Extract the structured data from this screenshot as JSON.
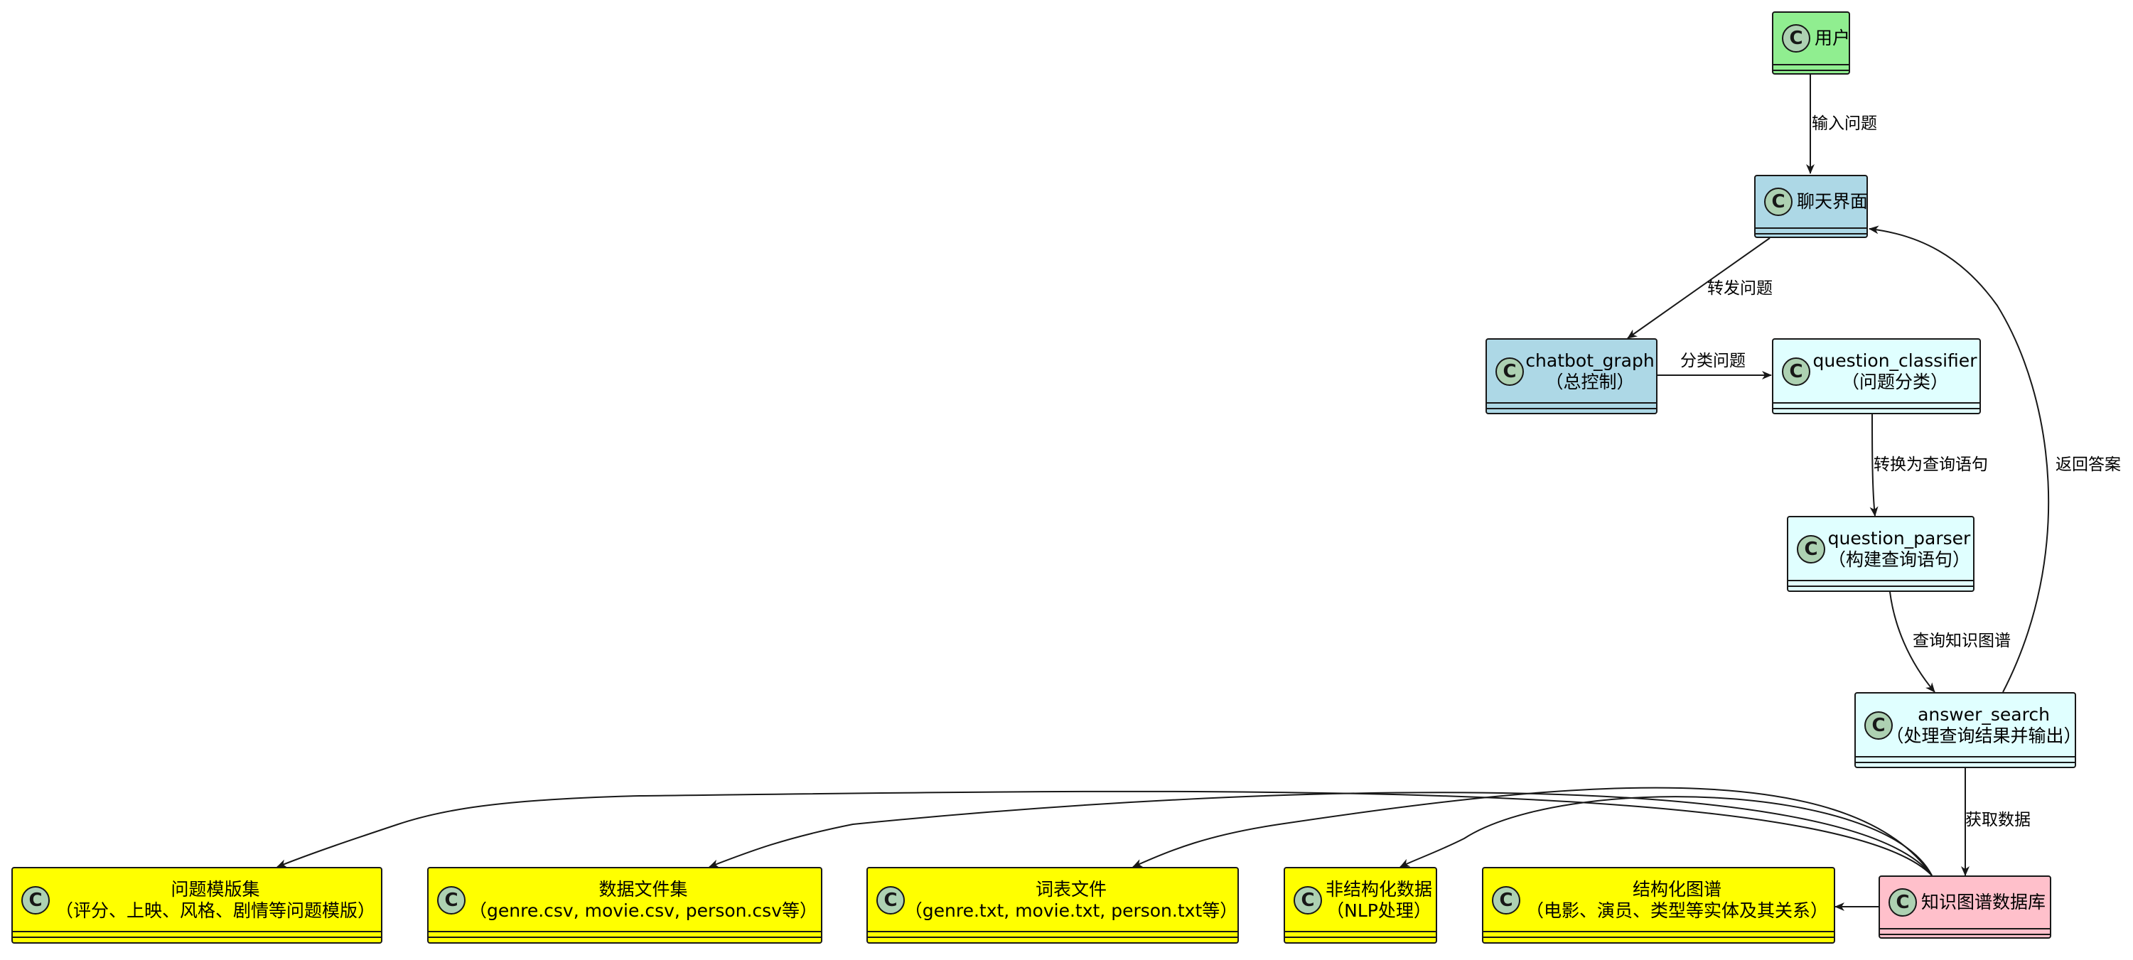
{
  "nodes": {
    "user": {
      "title": "用户"
    },
    "chat_ui": {
      "title": "聊天界面"
    },
    "chatbot_graph": {
      "title": "chatbot_graph",
      "subtitle": "（总控制）"
    },
    "question_classifier": {
      "title": "question_classifier",
      "subtitle": "（问题分类）"
    },
    "question_parser": {
      "title": "question_parser",
      "subtitle": "（构建查询语句）"
    },
    "answer_search": {
      "title": "answer_search",
      "subtitle": "（处理查询结果并输出）"
    },
    "kg_db": {
      "title": "知识图谱数据库"
    },
    "structured_graph": {
      "title": "结构化图谱",
      "subtitle": "（电影、演员、类型等实体及其关系）"
    },
    "unstructured_data": {
      "title": "非结构化数据",
      "subtitle": "（NLP处理）"
    },
    "vocab_files": {
      "title": "词表文件",
      "subtitle": "（genre.txt, movie.txt, person.txt等）"
    },
    "data_files": {
      "title": "数据文件集",
      "subtitle": "（genre.csv, movie.csv, person.csv等）"
    },
    "question_templates": {
      "title": "问题模版集",
      "subtitle": "（评分、上映、风格、剧情等问题模版）"
    }
  },
  "edges": {
    "input_question": "输入问题",
    "forward_question": "转发问题",
    "classify_question": "分类问题",
    "convert_query": "转换为查询语句",
    "query_kg": "查询知识图谱",
    "return_answer": "返回答案",
    "get_data": "获取数据"
  },
  "colors": {
    "user": "#90EE90",
    "chat": "#ADD8E6",
    "processing": "#E0FFFF",
    "database": "#FFC0CB",
    "resources": "#FFFF00",
    "class_badge": "#ADD1B2",
    "line": "#181818"
  }
}
